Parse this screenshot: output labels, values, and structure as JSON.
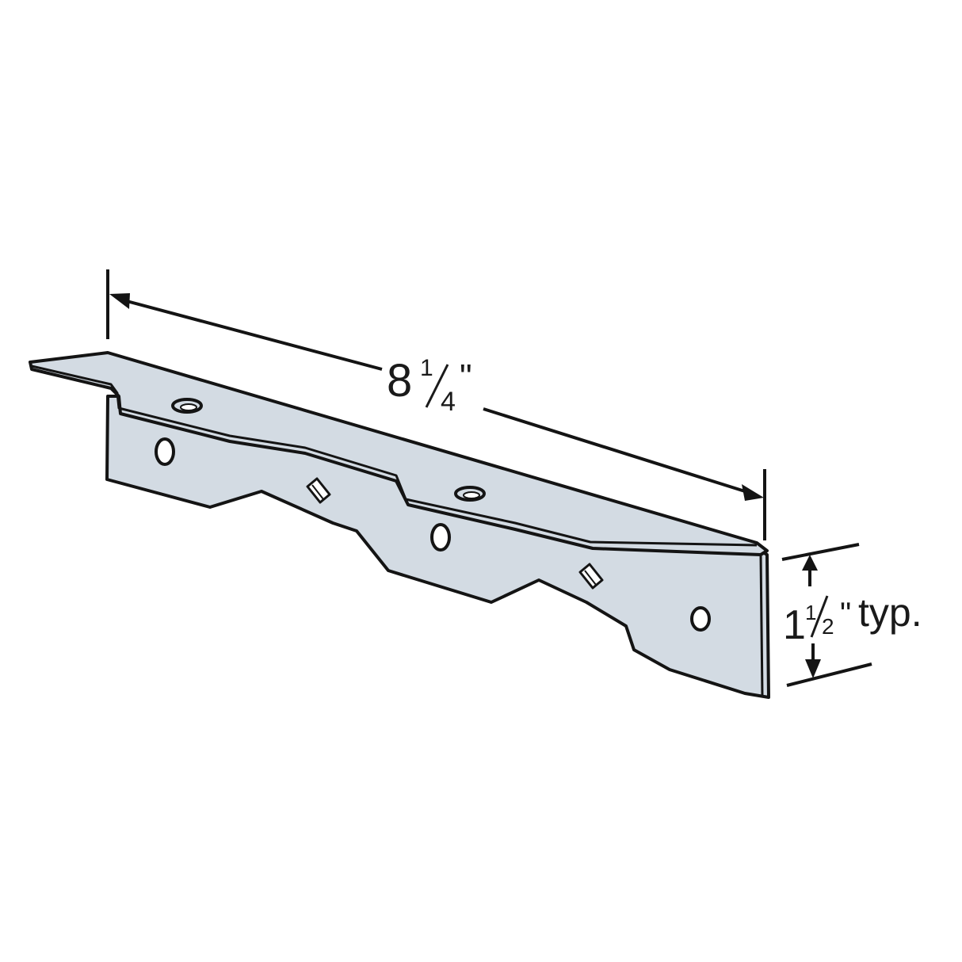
{
  "diagram": {
    "subject": "angled steel connector bracket",
    "fill_color": "#d3dbe3",
    "stroke_color": "#141414",
    "dimensions": {
      "length": {
        "whole": "8",
        "fraction_num": "1",
        "fraction_den": "4",
        "unit": "\""
      },
      "height": {
        "whole": "1",
        "fraction_num": "1",
        "fraction_den": "2",
        "unit": "\"",
        "suffix": "typ."
      }
    },
    "features": {
      "top_flange_round_holes": 2,
      "side_round_holes": 3,
      "diamond_slots": 2
    }
  }
}
